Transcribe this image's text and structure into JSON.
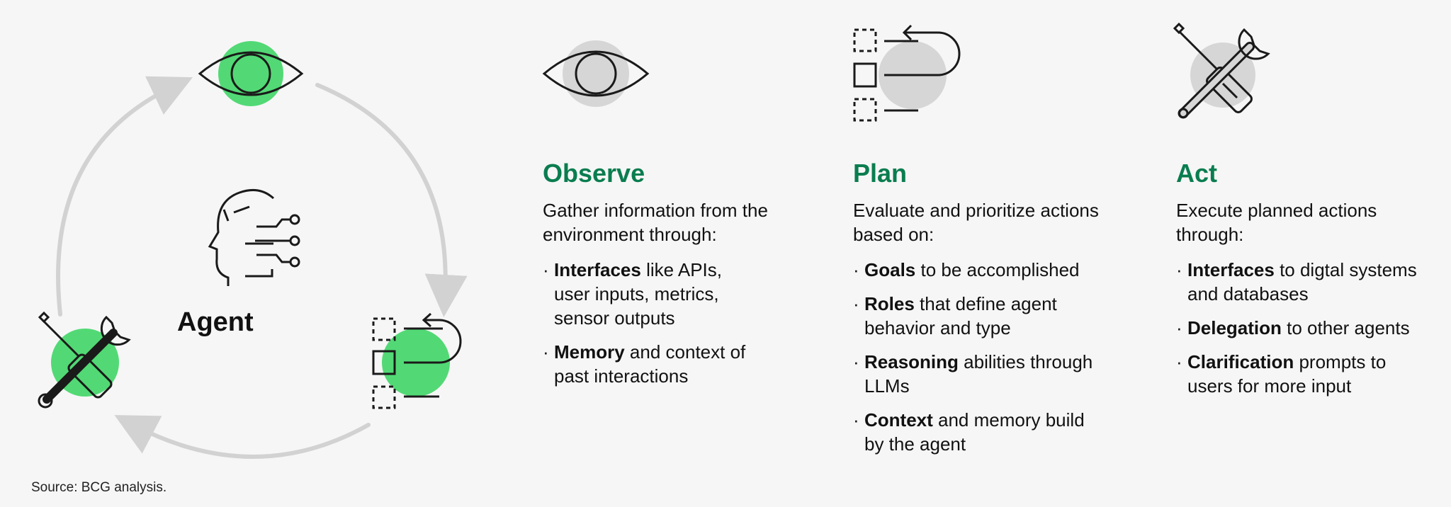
{
  "colors": {
    "accent_green": "#52d975",
    "title_green": "#0a7d4f",
    "icon_gray": "#d6d6d6",
    "arrow_gray": "#d2d2d2",
    "stroke": "#1a1a1a"
  },
  "cycle": {
    "center_label": "Agent",
    "icons": [
      "eye-icon",
      "plan-icon",
      "tools-icon"
    ],
    "center_icon": "ai-head-icon"
  },
  "columns": [
    {
      "icon": "eye-icon",
      "title": "Observe",
      "description": "Gather information from the environment through:",
      "bullets": [
        {
          "bold": "Interfaces",
          "rest": " like APIs, user inputs, metrics, sensor outputs"
        },
        {
          "bold": "Memory",
          "rest": " and context of past interactions"
        }
      ]
    },
    {
      "icon": "plan-icon",
      "title": "Plan",
      "description": "Evaluate and prioritize actions based on:",
      "bullets": [
        {
          "bold": "Goals",
          "rest": " to be accomplished"
        },
        {
          "bold": "Roles",
          "rest": " that define agent behavior and type"
        },
        {
          "bold": "Reasoning",
          "rest": " abilities through LLMs"
        },
        {
          "bold": "Context",
          "rest": " and memory build by the agent"
        }
      ]
    },
    {
      "icon": "tools-icon",
      "title": "Act",
      "description": "Execute planned actions through:",
      "bullets": [
        {
          "bold": "Interfaces",
          "rest": " to digtal systems and databases"
        },
        {
          "bold": "Delegation",
          "rest": " to other agents"
        },
        {
          "bold": "Clarification",
          "rest": " prompts to users for more input"
        }
      ]
    }
  ],
  "bullet_marker": "·",
  "source": "Source: BCG analysis."
}
